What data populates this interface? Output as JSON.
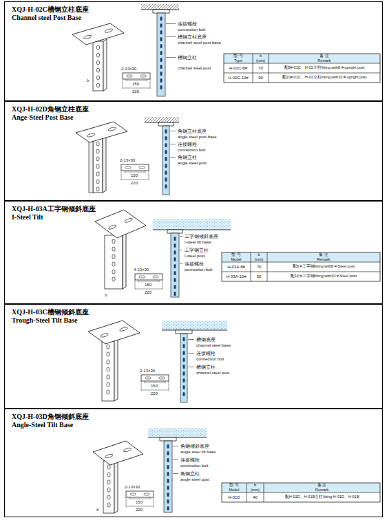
{
  "diagram": {
    "nodes": [
      {
        "text": [
          "XQJ-H-02C槽钢立柱底座",
          "Channel steel Post Base"
        ]
      },
      {
        "text": [
          "XQJ-H-02D角钢立柱底座",
          "Ange-Steel Post Base"
        ]
      },
      {
        "text": [
          "XQJ-H-03A工字钢倾斜底座",
          "I-Steel Tilt"
        ]
      },
      {
        "text": [
          "XQJ-H-03C槽钢倾斜底座",
          "Trough-Steel Tilt Base"
        ]
      },
      {
        "text": [
          "XQJ-H-03D角钢倾斜底座",
          "Angle-Steel Tilt Base"
        ]
      }
    ],
    "labels": [
      "连接螺栓",
      "connection bolt",
      "槽钢立柱底座",
      "channel steel post base",
      "槽钢立柱",
      "channel steel post",
      "2-13×30",
      "150",
      "220",
      "b",
      "型 号",
      "Type",
      "b",
      "(mm)",
      "备 注",
      "Remark",
      "H-02C-8#",
      "70",
      "配8#-01C、H-01立柱fitting with8 #-upright post",
      "H-02C-10#",
      "90",
      "配10#-01C、H-01立柱fitting with10 #-upright post",
      "角钢立柱底座",
      "angle steel post base",
      "连接螺栓",
      "connection bolt",
      "角钢立柱",
      "angle steel post",
      "2-13×30",
      "150",
      "220",
      "工字钢倾斜底座",
      "I-steel tilt base",
      "工字钢立柱",
      "I-steel post",
      "连接螺栓",
      "connection bolt",
      "4-13×30",
      "150",
      "220",
      "b",
      "型 号",
      "Model",
      "b",
      "(mm)",
      "备 注",
      "Remark",
      "H-03A-8#",
      "70",
      "配8 #工字钢fitting with8 #-Steel post",
      "H-03A-10#",
      "90",
      "配10 #工字钢fitting with10 #-Steel post",
      "槽钢底座",
      "channel steel base",
      "连接螺栓",
      "connection bolt",
      "槽钢立柱",
      "channel steel post",
      "2-13×30",
      "150",
      "220",
      "角钢倾斜底座",
      "angle steel tilt base",
      "连接螺栓",
      "connection bolt",
      "角钢立柱",
      "angle steel post",
      "2-13×30",
      "150",
      "220",
      "b",
      "型 号",
      "Model",
      "b",
      "(mm)",
      "备 注",
      "Remark",
      "H-01D",
      "40",
      "配H-01D、H-01B立柱fitting H-01D、H-01B"
    ]
  }
}
